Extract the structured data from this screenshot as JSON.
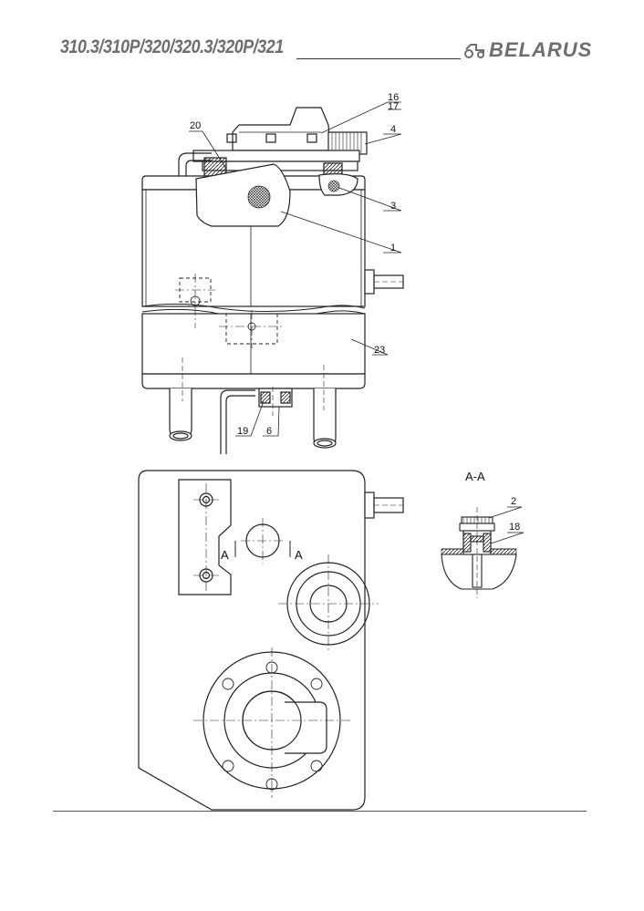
{
  "header": {
    "model_title": "310.3/310P/320/320.3/320P/321",
    "brand_name": "BELARUS",
    "brand_icon": "tractor-icon"
  },
  "diagram": {
    "callouts": [
      "16",
      "17",
      "20",
      "4",
      "3",
      "1",
      "23",
      "19",
      "6",
      "2",
      "18"
    ],
    "section_title": "A-A",
    "section_marks": [
      "A",
      "A"
    ]
  }
}
